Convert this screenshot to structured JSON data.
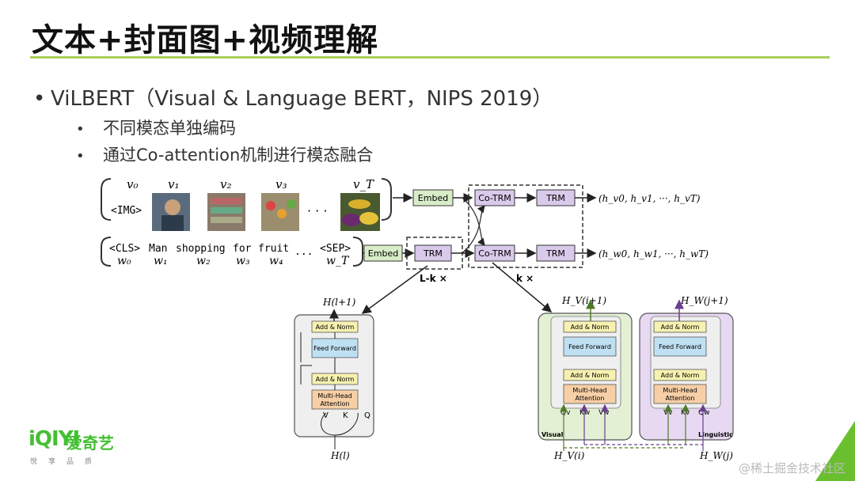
{
  "slide": {
    "title": "文本+封面图+视频理解",
    "bullet_main": "ViLBERT（Visual & Language BERT，NIPS 2019）",
    "sub_bullets": [
      "不同模态单独编码",
      "通过Co-attention机制进行模态融合"
    ]
  },
  "diagram": {
    "visual_stream": {
      "tokens": [
        "v₀",
        "v₁",
        "v₂",
        "v₃",
        "v_T"
      ],
      "img_token": "<IMG>",
      "dots": "· · ·",
      "outputs": "(h_v0, h_v1, ···, h_vT)"
    },
    "language_stream": {
      "words": [
        "<CLS>",
        "Man",
        "shopping",
        "for",
        "fruit",
        "...",
        "<SEP>"
      ],
      "subscripts": [
        "w₀",
        "w₁",
        "w₂",
        "w₃",
        "w₄",
        "w_T"
      ],
      "outputs": "(h_w0, h_w1, ···, h_wT)"
    },
    "blocks": {
      "embed": "Embed",
      "trm": "TRM",
      "co_trm": "Co-TRM",
      "l_minus_k": "L-k ×",
      "k_times": "k ×"
    },
    "trm_detail": {
      "out_label": "H(l+1)",
      "in_label": "H(l)",
      "add_norm": "Add & Norm",
      "feed_forward": "Feed Forward",
      "mha_line1": "Multi-Head",
      "mha_line2": "Attention",
      "v": "V",
      "k": "K",
      "q": "Q"
    },
    "co_trm_detail": {
      "visual_label": "Visual",
      "linguistic_label": "Linguistic",
      "visual_out": "H_V(i+1)",
      "ling_out": "H_W(j+1)",
      "visual_in": "H_V(i)",
      "ling_in": "H_W(j)",
      "add_norm": "Add & Norm",
      "feed_forward": "Feed Forward",
      "mha_line1": "Multi-Head",
      "mha_line2": "Attention",
      "qkv_visual": [
        "Qv",
        "Kw",
        "Vw"
      ],
      "qkv_ling": [
        "Vv",
        "Kv",
        "Qw"
      ]
    }
  },
  "branding": {
    "logo_mark": "iQIYI",
    "logo_cn": "爱奇艺",
    "logo_slogan": "悦享品质",
    "watermark": "@稀土掘金技术社区"
  },
  "colors": {
    "accent_green": "#a9cf5a",
    "embed_fill": "#d8ecc7",
    "trm_fill": "#d9c9ea",
    "add_norm_fill": "#f6f1b0",
    "ff_fill": "#bfe0f2",
    "mha_fill": "#f7cfa6",
    "visual_panel": "#e3f0d4",
    "ling_panel": "#e7d9f1",
    "logo_green": "#43c032"
  }
}
